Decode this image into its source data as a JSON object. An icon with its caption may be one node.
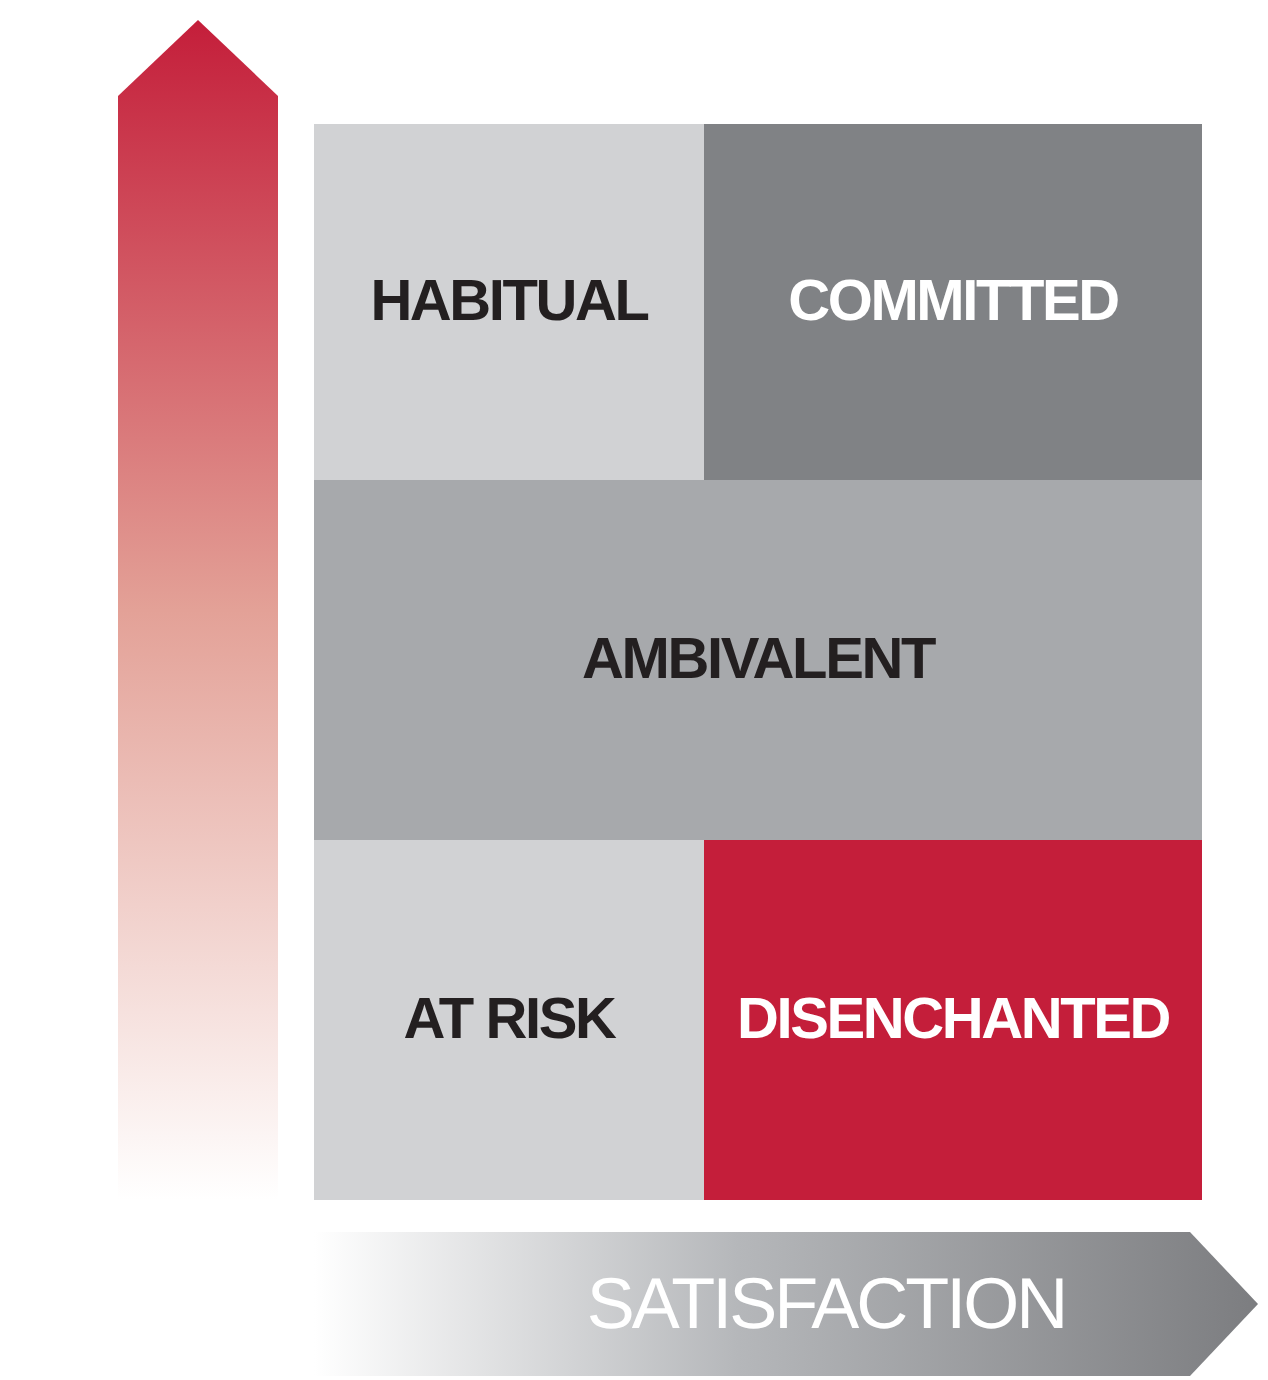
{
  "diagram": {
    "nodes": [
      {
        "text": [
          "HABITUAL"
        ]
      },
      {
        "text": [
          "COMMITTED"
        ]
      },
      {
        "text": [
          "AMBIVALENT"
        ]
      },
      {
        "text": [
          "AT RISK"
        ]
      },
      {
        "text": [
          "DISENCHANTED"
        ]
      },
      {
        "text": [
          "SATISFACTION"
        ]
      }
    ]
  }
}
